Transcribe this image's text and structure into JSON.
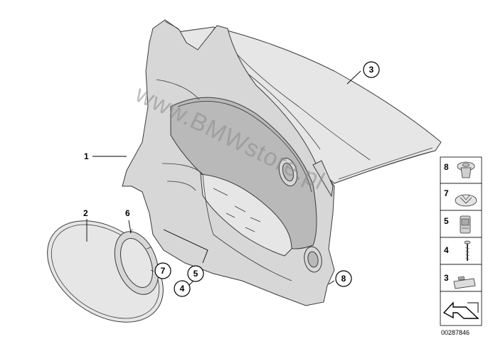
{
  "watermark": "www.BMWstore.pl",
  "document_number": "00287846",
  "callouts": {
    "c1": "1",
    "c2": "2",
    "c3": "3",
    "c4": "4",
    "c5": "5",
    "c6": "6",
    "c7": "7",
    "c8": "8"
  },
  "legend": [
    {
      "number": "8",
      "icon": "push-rivet-icon"
    },
    {
      "number": "7",
      "icon": "clip-nut-icon"
    },
    {
      "number": "5",
      "icon": "expanding-nut-icon"
    },
    {
      "number": "4",
      "icon": "screw-icon"
    },
    {
      "number": "3",
      "icon": "retaining-clip-icon"
    }
  ]
}
